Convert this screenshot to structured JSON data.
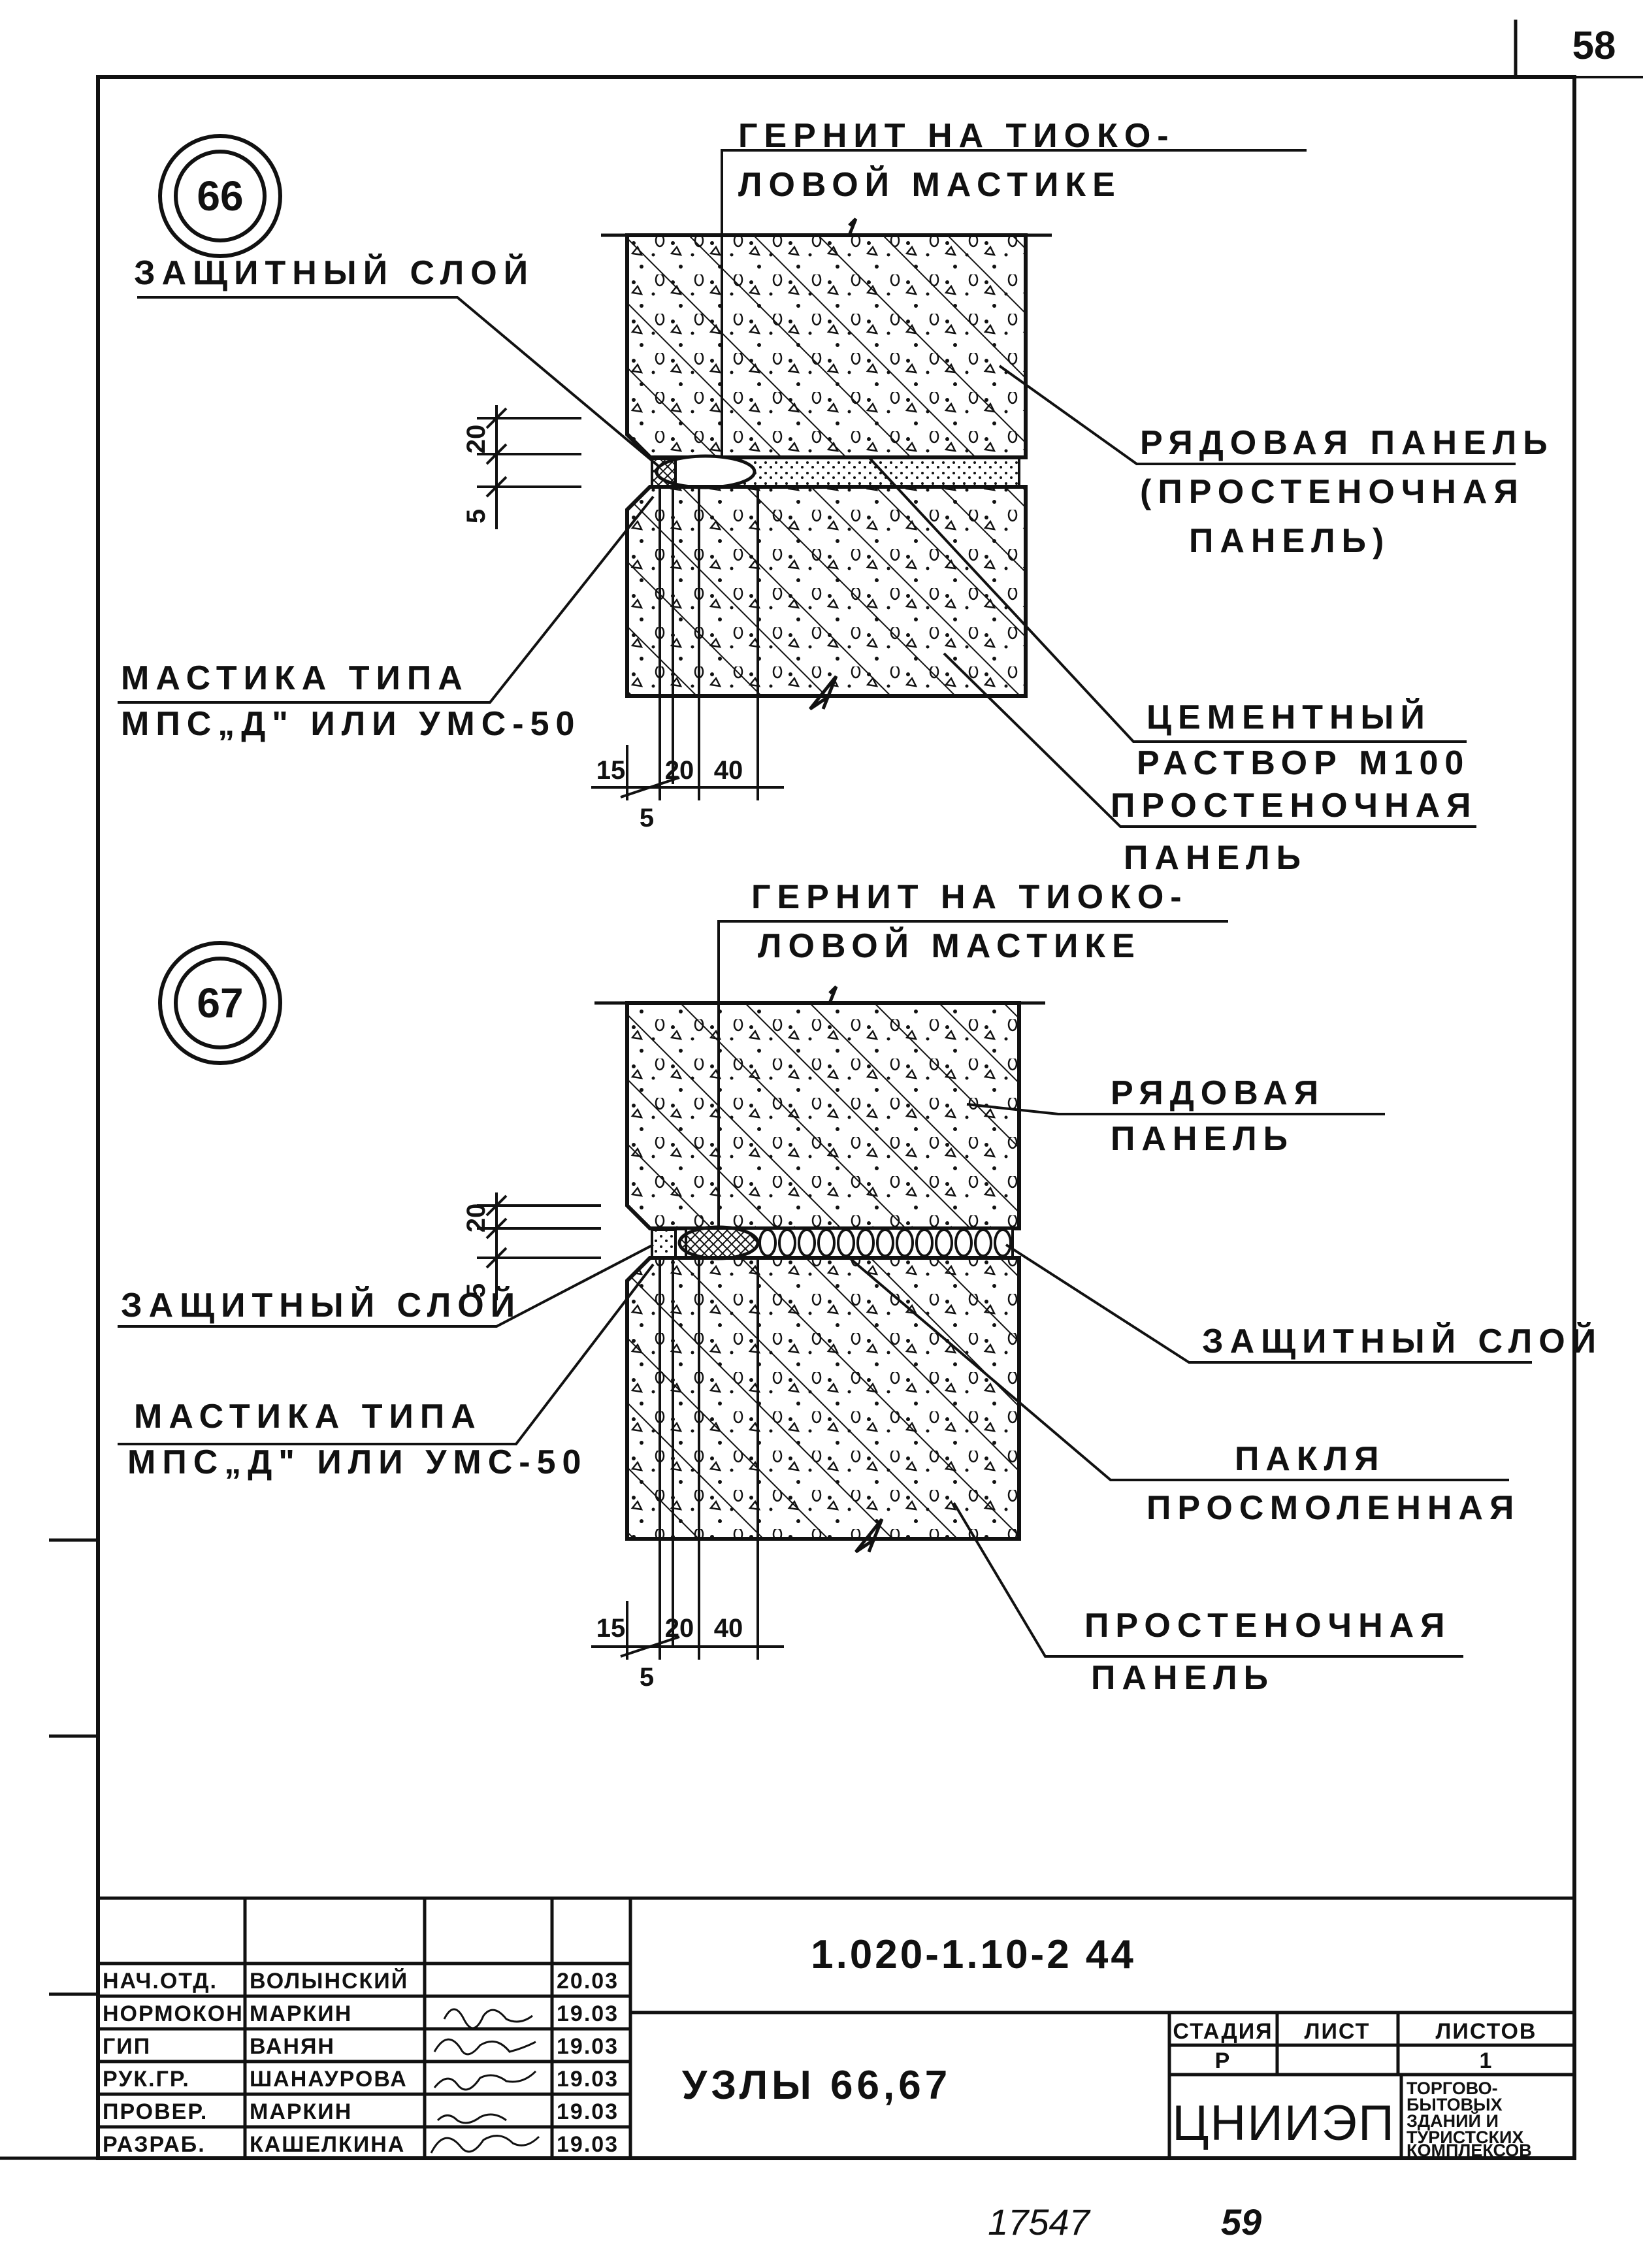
{
  "sheet": {
    "page_number": "58"
  },
  "node66": {
    "id": "66",
    "labels": {
      "gernit_1": "ГЕРНИТ НА ТИОКО-",
      "gernit_2": "ЛОВОЙ МАСТИКЕ",
      "zashch": "ЗАЩИТНЫЙ СЛОЙ",
      "ryad_1": "РЯДОВАЯ ПАНЕЛЬ",
      "ryad_2": "(ПРОСТЕНОЧНАЯ",
      "ryad_3": "ПАНЕЛЬ)",
      "mastika_1": "МАСТИКА ТИПА",
      "mastika_2": "МПС„Д\" ИЛИ УМС-50",
      "cement_1": "ЦЕМЕНТНЫЙ",
      "cement_2": "РАСТВОР М100",
      "prost_1": "ПРОСТЕНОЧНАЯ",
      "prost_2": "ПАНЕЛЬ"
    },
    "dims": {
      "d20": "20",
      "d5": "5",
      "b15": "15",
      "b20": "20",
      "b40": "40",
      "b5": "5"
    }
  },
  "node67": {
    "id": "67",
    "labels": {
      "gernit_1": "ГЕРНИТ НА ТИОКО-",
      "gernit_2": "ЛОВОЙ МАСТИКЕ",
      "ryad_1": "РЯДОВАЯ",
      "ryad_2": "ПАНЕЛЬ",
      "zashch_left": "ЗАЩИТНЫЙ СЛОЙ",
      "zashch_right": "ЗАЩИТНЫЙ СЛОЙ",
      "mastika_1": "МАСТИКА ТИПА",
      "mastika_2": "МПС„Д\" ИЛИ УМС-50",
      "pakla_1": "ПАКЛЯ",
      "pakla_2": "ПРОСМОЛЕННАЯ",
      "prost_1": "ПРОСТЕНОЧНАЯ",
      "prost_2": "ПАНЕЛЬ"
    },
    "dims": {
      "d20": "20",
      "d5": "5",
      "b15": "15",
      "b20": "20",
      "b40": "40",
      "b5": "5"
    }
  },
  "title_block": {
    "doc_code": "1.020-1.10-2 44",
    "title": "УЗЛЫ 66,67",
    "roles": [
      {
        "role": "НАЧ.ОТД.",
        "name": "ВОЛЫНСКИЙ",
        "date": "20.03"
      },
      {
        "role": "НОРМОКОН",
        "name": "МАРКИН",
        "date": "19.03"
      },
      {
        "role": "ГИП",
        "name": "ВАНЯН",
        "date": "19.03"
      },
      {
        "role": "РУК.ГР.",
        "name": "ШАНАУРОВА",
        "date": "19.03"
      },
      {
        "role": "ПРОВЕР.",
        "name": "МАРКИН",
        "date": "19.03"
      },
      {
        "role": "РАЗРАБ.",
        "name": "КАШЕЛКИНА",
        "date": "19.03"
      }
    ],
    "stage_header": "СТАДИЯ",
    "sheet_header": "ЛИСТ",
    "sheets_header": "ЛИСТОВ",
    "stage": "Р",
    "sheet_value": "",
    "sheets_value": "1",
    "org": "ЦНИИЭП",
    "org_sub": [
      "ТОРГОВО-",
      "БЫТОВЫХ",
      "ЗДАНИЙ И",
      "ТУРИСТСКИХ",
      "КОМПЛЕКСОВ"
    ]
  },
  "footer": {
    "inventory": "17547",
    "number": "59"
  }
}
